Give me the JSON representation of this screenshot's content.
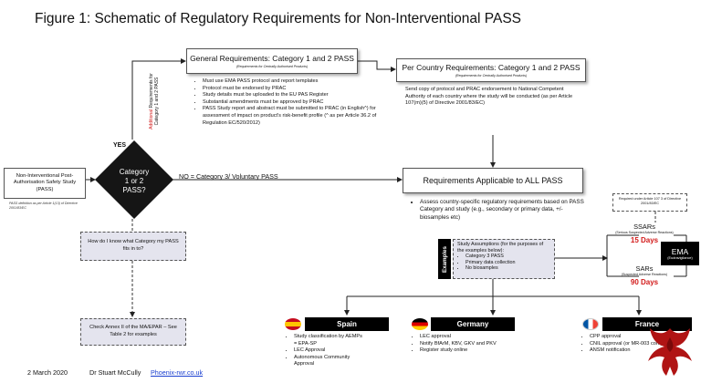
{
  "title": "Figure 1: Schematic of Regulatory Requirements for Non-Interventional PASS",
  "niss_box": {
    "text": "Non-Interventional Post-Authorisation Safety Study (PASS)",
    "note": "PASS definition as per Article 1(13) of Directive 2001/83/EC"
  },
  "diamond": {
    "line1": "Category",
    "line2": "1 or 2",
    "line3": "PASS?"
  },
  "yes_label": "YES",
  "no_label": "NO = Category 3/ Voluntary PASS",
  "vertical_note": {
    "red": "Additional",
    "rest": "Requirements for Category 1 and 2 PASS"
  },
  "general_box": {
    "title": "General Requirements: Category 1 and 2 PASS",
    "sub": "(Requirements for Centrally Authorised Products)"
  },
  "general_bullets": [
    "Must use EMA PASS protocol and report templates",
    "Protocol must be endorsed by PRAC",
    "Study details must be uploaded to the EU PAS Register",
    "Substantial amendments must be approved by PRAC",
    "PASS Study report and abstract must be submitted to PRAC (in English^) for assessment of impact on product's risk-benefit profile (^ as per Article 36.2 of Regulation EC/520/2012)"
  ],
  "country_box": {
    "title": "Per Country Requirements: Category 1 and 2 PASS",
    "sub": "(Requirements for Centrally Authorised Products)"
  },
  "country_text": "Send copy of protocol and PRAC endorsement to National Competent Authority of each country where the study will be conducted (as per Article 107(m)(5) of Directive 2001/83/EC)",
  "all_box": {
    "title": "Requirements Applicable to ALL PASS"
  },
  "all_bullets": [
    "Assess country-specific regulatory requirements based on PASS Category and study (e.g., secondary or primary data, +/- biosamples etc)"
  ],
  "question_box": "How do I know what Category my PASS fits in to?",
  "check_box": "Check Annex II of the MA/EPAR – See Table 2 for examples",
  "examples_label": "Examples",
  "assumptions": {
    "header": "Study Assumptions (for the purposes of the examples below):",
    "items": [
      "Category 3 PASS",
      "Primary data collection",
      "No biosamples"
    ]
  },
  "required_note": "Required under Article 107 3 of Directive 2001/83/EC",
  "ssars": {
    "label": "SSARs",
    "sub": "(Serious Suspected Adverse Reactions)",
    "days": "15 Days"
  },
  "sars": {
    "label": "SARs",
    "sub": "(Suspected Adverse Reactions)",
    "days": "90 Days"
  },
  "ema": {
    "label": "EMA",
    "sub": "(Eudravigilance)"
  },
  "countries": [
    {
      "name": "Spain",
      "flag": "spain-flag-icon",
      "items": [
        "Study classification by AEMPs = EPA-SP",
        "LEC Approval",
        "Autonomous Community Approval"
      ]
    },
    {
      "name": "Germany",
      "flag": "germany-flag-icon",
      "items": [
        "LEC approval",
        "Notify BfArM, KBV, GKV and PKV",
        "Register study online"
      ]
    },
    {
      "name": "France",
      "flag": "france-flag-icon",
      "items": [
        "CPP approval",
        "CNIL approval (or MR-003 compliance)",
        "ANSM notification"
      ]
    }
  ],
  "footer": {
    "date": "2 March 2020",
    "author": "Dr Stuart McCully",
    "link": "Phoenix-rwr.co.uk"
  },
  "colors": {
    "red": "#d21a1a",
    "link": "#1a3fd0",
    "assumptions_bg": "#e4e4ee"
  }
}
